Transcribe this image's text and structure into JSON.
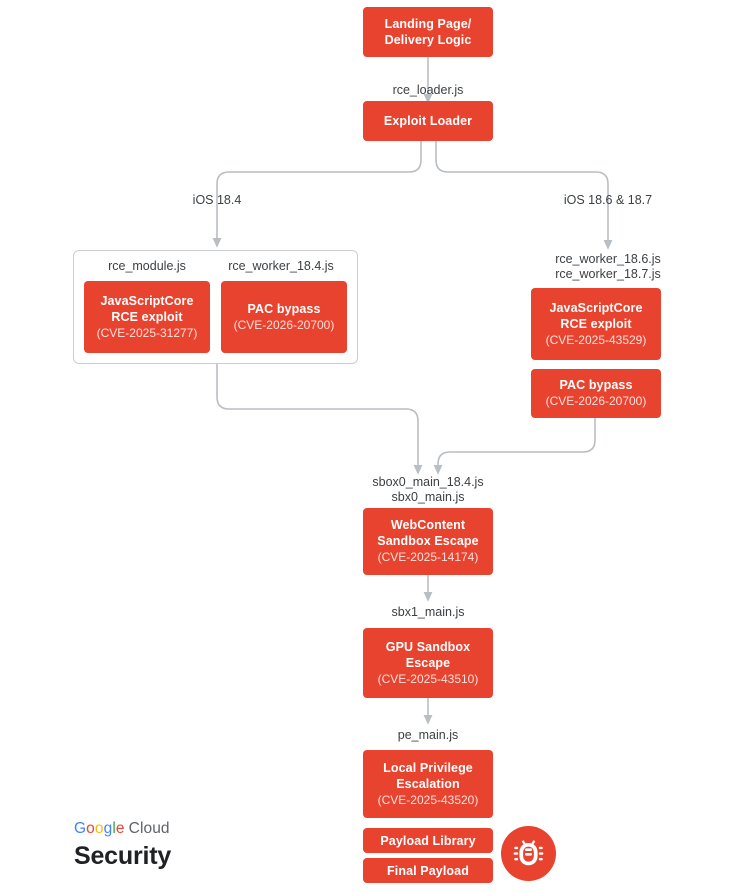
{
  "diagram": {
    "title": "iOS exploit chain flow",
    "accent_color": "#E8432F",
    "line_color": "#b9bec3",
    "label_color": "#3c4043"
  },
  "nodes": {
    "landing": {
      "title": "Landing Page/\nDelivery Logic"
    },
    "loader": {
      "title": "Exploit Loader"
    },
    "jsc_184": {
      "title": "JavaScriptCore\nRCE exploit",
      "cve": "(CVE-2025-31277)"
    },
    "pac_184": {
      "title": "PAC bypass",
      "cve": "(CVE-2026-20700)"
    },
    "jsc_186": {
      "title": "JavaScriptCore\nRCE exploit",
      "cve": "(CVE-2025-43529)"
    },
    "pac_186": {
      "title": "PAC bypass",
      "cve": "(CVE-2026-20700)"
    },
    "sbox0": {
      "title": "WebContent\nSandbox Escape",
      "cve": "(CVE-2025-14174)"
    },
    "sbx1": {
      "title": "GPU Sandbox\nEscape",
      "cve": "(CVE-2025-43510)"
    },
    "lpe": {
      "title": "Local Privilege\nEscalation",
      "cve": "(CVE-2025-43520)"
    },
    "payload_library": {
      "title": "Payload Library"
    },
    "final_payload": {
      "title": "Final Payload"
    }
  },
  "edge_labels": {
    "rce_loader": "rce_loader.js",
    "ios_184": "iOS 18.4",
    "ios_186_187": "iOS 18.6 & 18.7",
    "rce_module": "rce_module.js",
    "rce_worker_184": "rce_worker_18.4.js",
    "rce_worker_186_187": "rce_worker_18.6.js\nrce_worker_18.7.js",
    "sbox0_files": "sbox0_main_18.4.js\nsbx0_main.js",
    "sbx1_file": "sbx1_main.js",
    "pe_file": "pe_main.js"
  },
  "logo": {
    "google": [
      {
        "ch": "G",
        "color": "#4285F4"
      },
      {
        "ch": "o",
        "color": "#EA4335"
      },
      {
        "ch": "o",
        "color": "#FBBC05"
      },
      {
        "ch": "g",
        "color": "#4285F4"
      },
      {
        "ch": "l",
        "color": "#34A853"
      },
      {
        "ch": "e",
        "color": "#EA4335"
      }
    ],
    "cloud": "Cloud",
    "product": "Security"
  },
  "icons": {
    "bug": "bug-icon"
  }
}
